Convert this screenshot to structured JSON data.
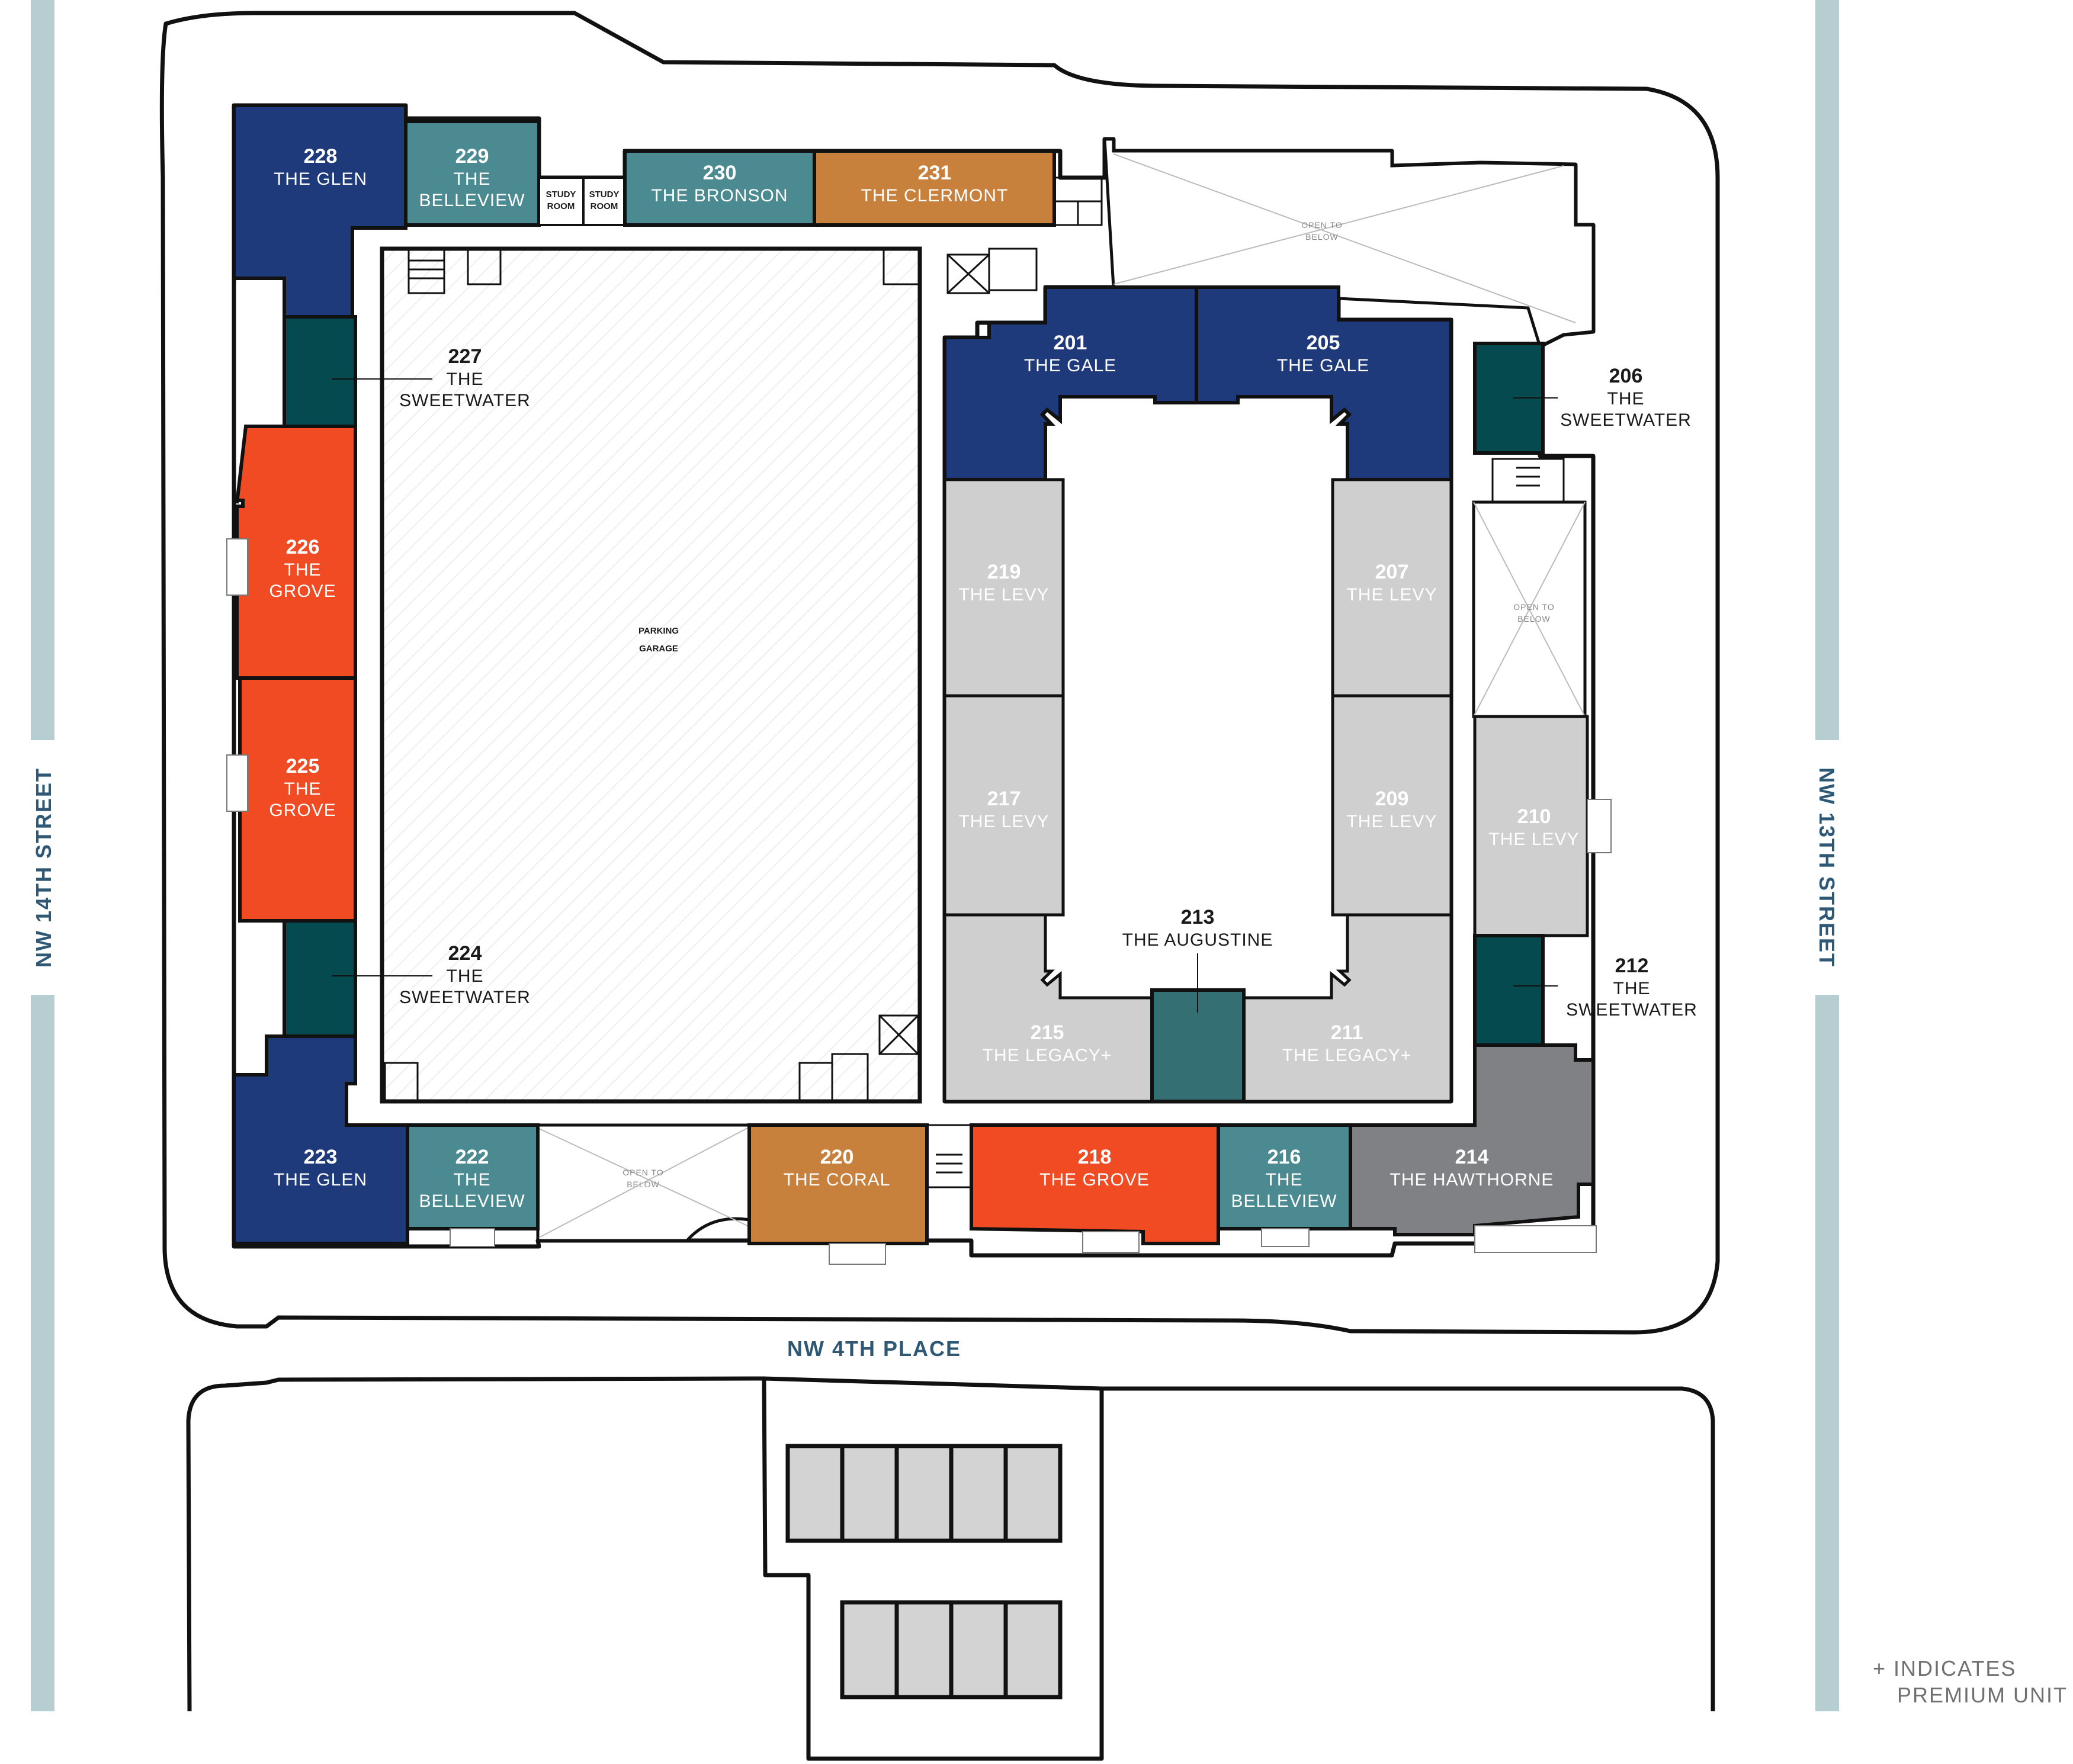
{
  "streets": {
    "west": "NW 14TH STREET",
    "east": "NW 13TH STREET",
    "south": "NW 4TH PLACE"
  },
  "colors": {
    "glen_gale": "#1f3a7a",
    "belleview_bronson": "#4b8a91",
    "clermont_coral": "#c8813c",
    "grove": "#f04b23",
    "sweetwater": "#054a4e",
    "levy_legacy": "#cfcfcf",
    "augustine": "#336f73",
    "hawthorne": "#808184",
    "street_bar": "#b6cdd2"
  },
  "units": [
    {
      "num": "228",
      "name": "THE GLEN"
    },
    {
      "num": "229",
      "name1": "THE",
      "name2": "BELLEVIEW"
    },
    {
      "num": "230",
      "name": "THE BRONSON"
    },
    {
      "num": "231",
      "name": "THE CLERMONT"
    },
    {
      "num": "227",
      "name1": "THE",
      "name2": "SWEETWATER"
    },
    {
      "num": "226",
      "name1": "THE",
      "name2": "GROVE"
    },
    {
      "num": "225",
      "name1": "THE",
      "name2": "GROVE"
    },
    {
      "num": "224",
      "name1": "THE",
      "name2": "SWEETWATER"
    },
    {
      "num": "223",
      "name": "THE GLEN"
    },
    {
      "num": "222",
      "name1": "THE",
      "name2": "BELLEVIEW"
    },
    {
      "num": "220",
      "name": "THE CORAL"
    },
    {
      "num": "218",
      "name": "THE GROVE"
    },
    {
      "num": "216",
      "name1": "THE",
      "name2": "BELLEVIEW"
    },
    {
      "num": "214",
      "name": "THE HAWTHORNE"
    },
    {
      "num": "201",
      "name": "THE GALE"
    },
    {
      "num": "205",
      "name": "THE GALE"
    },
    {
      "num": "206",
      "name1": "THE",
      "name2": "SWEETWATER"
    },
    {
      "num": "219",
      "name": "THE LEVY"
    },
    {
      "num": "217",
      "name": "THE LEVY"
    },
    {
      "num": "207",
      "name": "THE LEVY"
    },
    {
      "num": "209",
      "name": "THE LEVY"
    },
    {
      "num": "210",
      "name": "THE LEVY"
    },
    {
      "num": "213",
      "name": "THE AUGUSTINE"
    },
    {
      "num": "212",
      "name1": "THE",
      "name2": "SWEETWATER"
    },
    {
      "num": "215",
      "name": "THE LEGACY+"
    },
    {
      "num": "211",
      "name": "THE LEGACY+"
    }
  ],
  "labels": {
    "study_room_1": "STUDY",
    "study_room_2": "ROOM",
    "parking_1": "PARKING",
    "parking_2": "GARAGE",
    "open_1": "OPEN TO",
    "open_2": "BELOW"
  },
  "note": {
    "line1": "+ INDICATES",
    "line2": "PREMIUM UNIT"
  }
}
